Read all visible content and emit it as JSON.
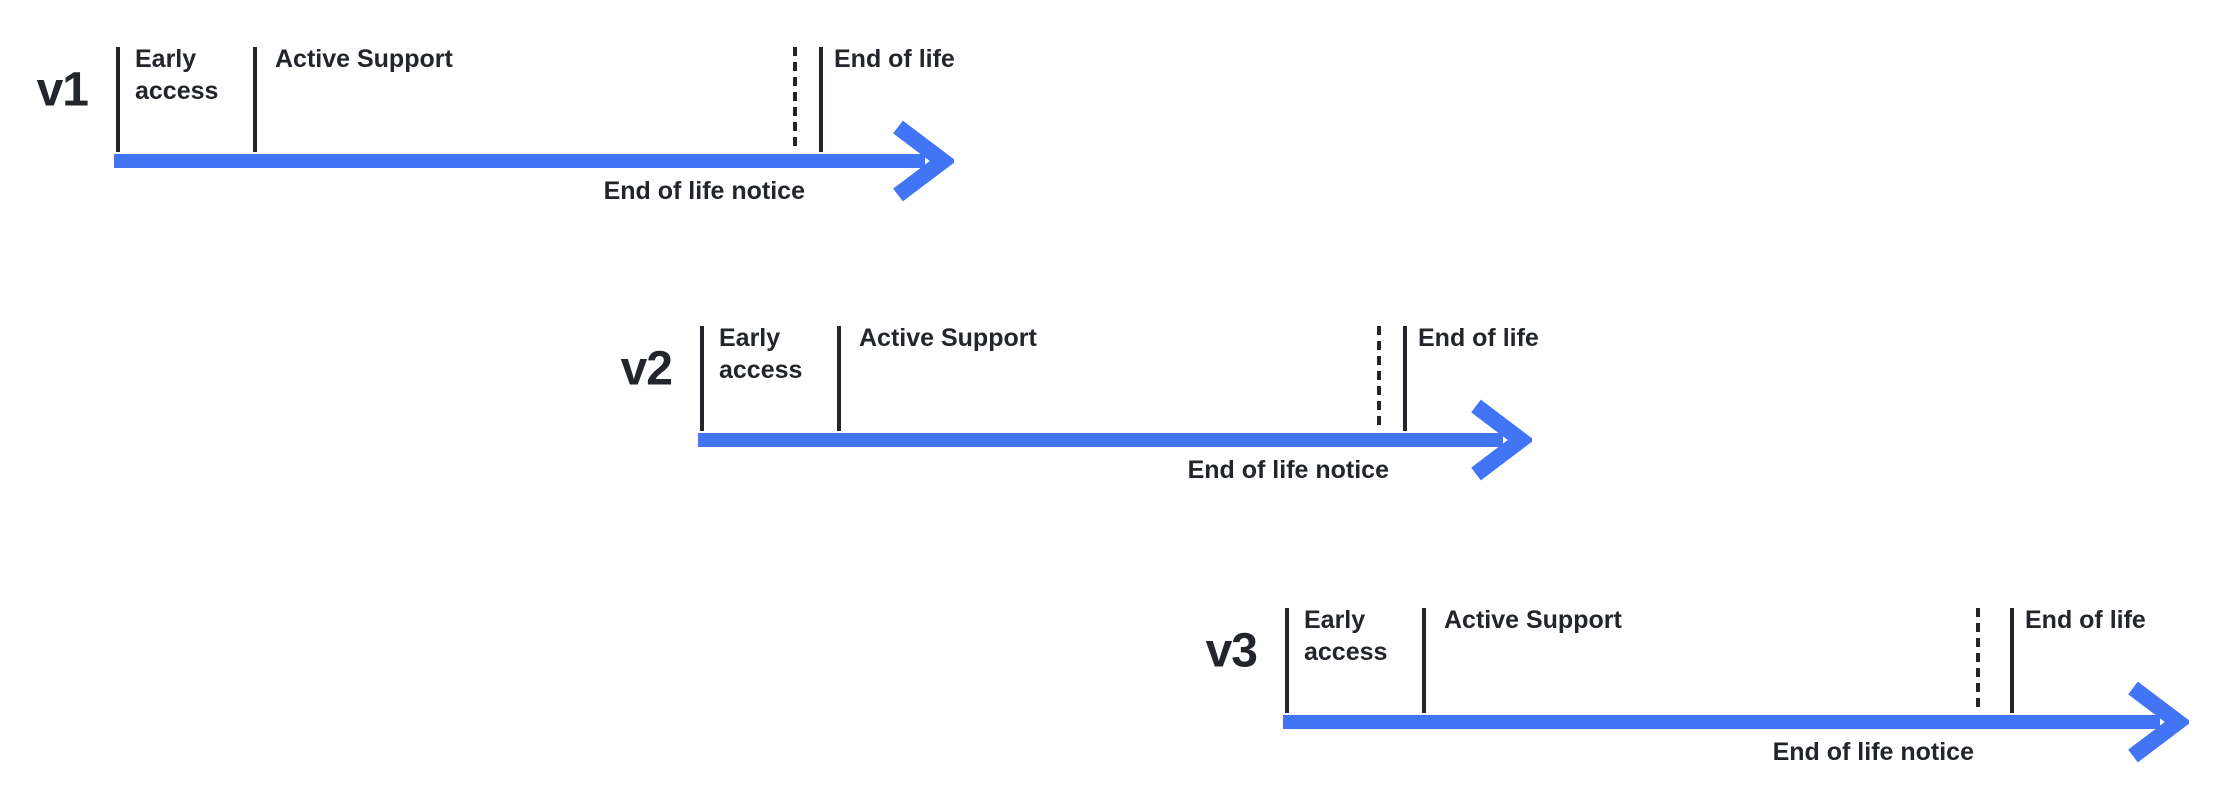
{
  "diagram": {
    "colors": {
      "accent": "#4274F6",
      "ink": "#22252A",
      "background": "#FFFFFF"
    },
    "timelines": [
      {
        "version": "v1",
        "early_access": "Early access",
        "active_support": "Active Support",
        "end_of_life": "End of life",
        "notice": "End of life notice"
      },
      {
        "version": "v2",
        "early_access": "Early access",
        "active_support": "Active Support",
        "end_of_life": "End of life",
        "notice": "End of life notice"
      },
      {
        "version": "v3",
        "early_access": "Early access",
        "active_support": "Active Support",
        "end_of_life": "End of life",
        "notice": "End of life notice"
      }
    ]
  }
}
